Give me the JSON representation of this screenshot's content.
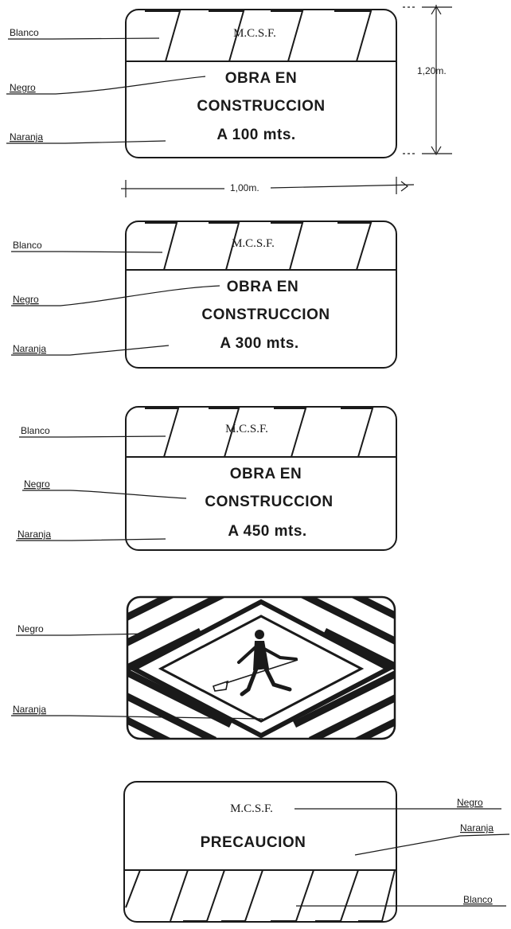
{
  "colors": {
    "ink": "#1a1a1a",
    "paper": "#ffffff"
  },
  "dimensions": {
    "height": "1,20m.",
    "width": "1,00m."
  },
  "signs": [
    {
      "org": "M.C.S.F.",
      "lines": [
        "OBRA EN",
        "CONSTRUCCION",
        "A 100 mts."
      ],
      "callouts": [
        "Blanco",
        "Negro",
        "Naranja"
      ]
    },
    {
      "org": "M.C.S.F.",
      "lines": [
        "OBRA EN",
        "CONSTRUCCION",
        "A 300 mts."
      ],
      "callouts": [
        "Blanco",
        "Negro",
        "Naranja"
      ]
    },
    {
      "org": "M.C.S.F.",
      "lines": [
        "OBRA EN",
        "CONSTRUCCION",
        "A 450 mts."
      ],
      "callouts": [
        "Blanco",
        "Negro",
        "Naranja"
      ]
    },
    {
      "icon": "worker-shoveling-icon",
      "callouts": [
        "Negro",
        "Naranja"
      ]
    },
    {
      "org": "M.C.S.F.",
      "lines": [
        "PRECAUCION"
      ],
      "callouts": [
        "Negro",
        "Naranja",
        "Blanco"
      ]
    }
  ]
}
